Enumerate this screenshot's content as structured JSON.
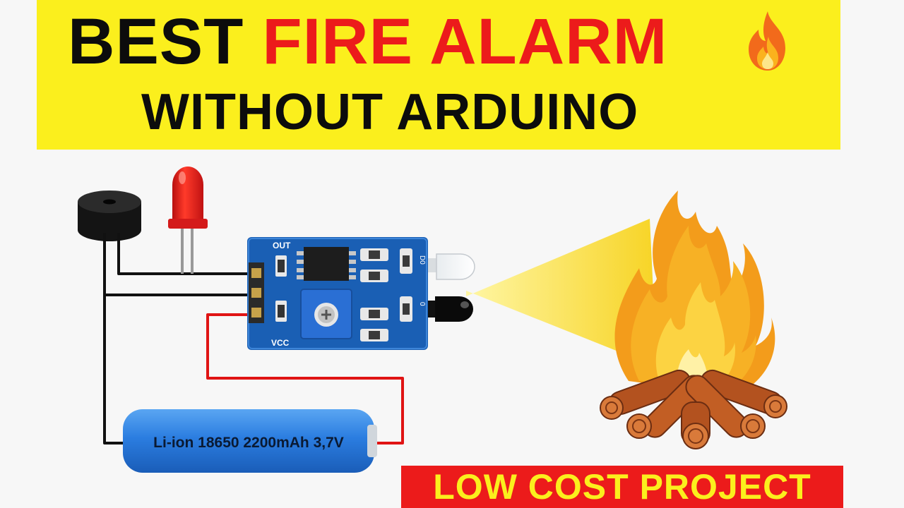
{
  "title": {
    "word1": "BEST",
    "word2": "FIRE ALARM",
    "line2": "WITHOUT ARDUINO"
  },
  "module": {
    "out_label": "OUT",
    "vcc_label": "VCC"
  },
  "battery": {
    "label": "Li-ion 18650  2200mAh 3,7V"
  },
  "footer": {
    "label": "LOW COST PROJECT"
  },
  "icons": [
    "fire-emoji-icon",
    "buzzer-icon",
    "led-icon",
    "flame-sensor-icon",
    "campfire-icon"
  ],
  "colors": {
    "banner_yellow": "#fbef1d",
    "title_red": "#ec1b1b",
    "title_black": "#0c0c0c",
    "wire_red": "#e01414",
    "wire_black": "#111111",
    "pcb_blue": "#1a5fb4",
    "battery_blue": "#2b7de0"
  }
}
